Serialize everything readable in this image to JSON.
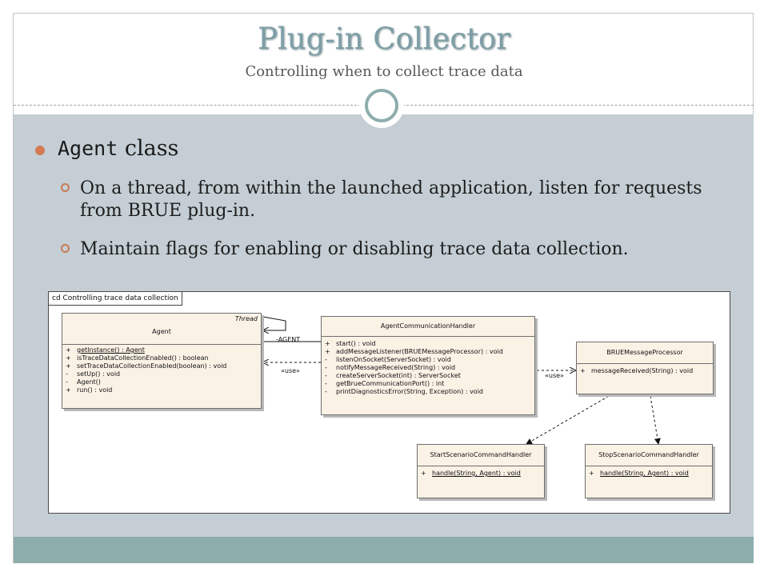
{
  "slide": {
    "title": "Plug-in Collector",
    "subtitle": "Controlling when to collect trace data",
    "bullet": {
      "code": "Agent",
      "text": " class"
    },
    "subbullets": [
      "On a thread, from within the launched application, listen for requests from BRUE plug-in.",
      "Maintain flags for enabling or disabling trace data collection."
    ]
  },
  "diagram": {
    "frame_label": "cd Controlling trace data collection",
    "classes": {
      "agent": {
        "name": "Agent",
        "stereotype": "Thread",
        "ops": [
          {
            "vis": "+",
            "sig": "getInstance() : Agent",
            "static": true
          },
          {
            "vis": "+",
            "sig": "isTraceDataCollectionEnabled() : boolean"
          },
          {
            "vis": "+",
            "sig": "setTraceDataCollectionEnabled(boolean) : void"
          },
          {
            "vis": "-",
            "sig": "setUp() : void"
          },
          {
            "vis": "-",
            "sig": "Agent()"
          },
          {
            "vis": "+",
            "sig": "run() : void"
          }
        ]
      },
      "handler": {
        "name": "AgentCommunicationHandler",
        "ops": [
          {
            "vis": "+",
            "sig": "start() : void"
          },
          {
            "vis": "+",
            "sig": "addMessageListener(BRUEMessageProcessor) : void"
          },
          {
            "vis": "-",
            "sig": "listenOnSocket(ServerSocket) : void"
          },
          {
            "vis": "-",
            "sig": "notifyMessageReceived(String) : void"
          },
          {
            "vis": "-",
            "sig": "createServerSocket(int) : ServerSocket"
          },
          {
            "vis": "-",
            "sig": "getBrueCommunicationPort() : int"
          },
          {
            "vis": "-",
            "sig": "printDiagnosticsError(String, Exception) : void"
          }
        ]
      },
      "processor": {
        "name": "BRUEMessageProcessor",
        "ops": [
          {
            "vis": "+",
            "sig": "messageReceived(String) : void"
          }
        ]
      },
      "start": {
        "name": "StartScenarioCommandHandler",
        "ops": [
          {
            "vis": "+",
            "sig": "handle(String, Agent) : void",
            "static": true
          }
        ]
      },
      "stop": {
        "name": "StopScenarioCommandHandler",
        "ops": [
          {
            "vis": "+",
            "sig": "handle(String, Agent) : void",
            "static": true
          }
        ]
      }
    },
    "labels": {
      "agent_role": "-AGENT",
      "use1": "«use»",
      "use2": "«use»"
    }
  }
}
